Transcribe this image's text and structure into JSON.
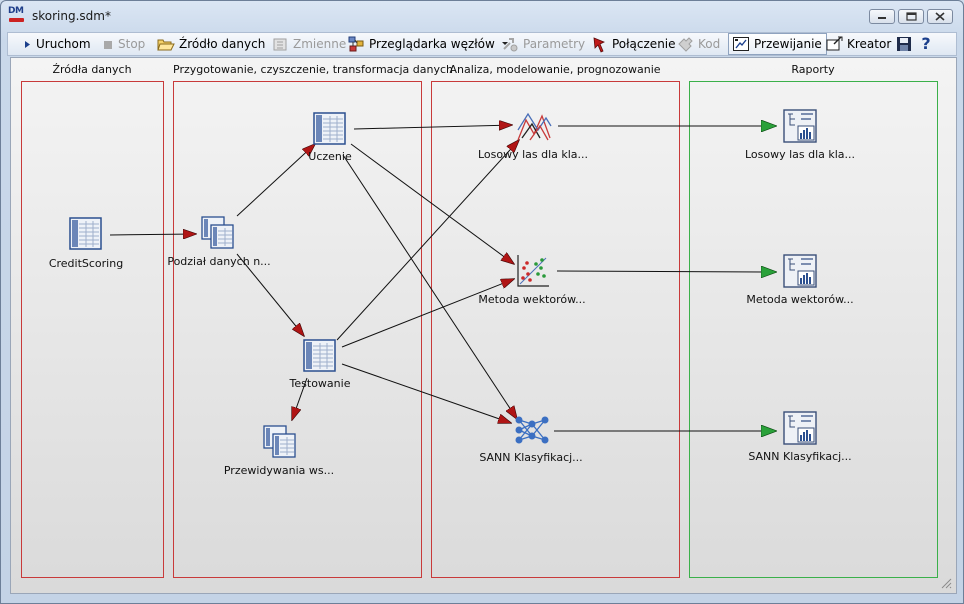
{
  "window": {
    "title": "skoring.sdm*",
    "app_icon_text": "DM"
  },
  "toolbar": {
    "run": "Uruchom",
    "stop": "Stop",
    "data_source": "Źródło danych",
    "variables": "Zmienne",
    "node_browser": "Przeglądarka węzłów",
    "parameters": "Parametry",
    "connection": "Połączenie",
    "code": "Kod",
    "drag": "Przewijanie",
    "creator": "Kreator"
  },
  "columns": {
    "sources": "Źródła danych",
    "prep": "Przygotowanie, czyszczenie, transformacja danych",
    "analysis": "Analiza, modelowanie, prognozowanie",
    "reports": "Raporty"
  },
  "nodes": {
    "credit": "CreditScoring",
    "split": "Podział danych n...",
    "train": "Uczenie",
    "test": "Testowanie",
    "predict": "Przewidywania ws...",
    "forest": "Losowy las dla kla...",
    "svm": "Metoda wektorów...",
    "sann": "SANN Klasyfikacj...",
    "forest_report": "Losowy las dla kla...",
    "svm_report": "Metoda wektorów...",
    "sann_report": "SANN Klasyfikacj..."
  },
  "colors": {
    "link_arrow": "#b01515",
    "report_arrow": "#2aa13a",
    "prep_border": "#c83a3a",
    "report_border": "#3bb04a"
  },
  "icons": [
    "run-icon",
    "stop-icon",
    "folder-open-icon",
    "variables-icon",
    "node-browser-icon",
    "parameters-icon",
    "connection-icon",
    "code-icon",
    "drag-icon",
    "creator-icon",
    "save-icon",
    "help-icon",
    "spreadsheet-icon",
    "random-forest-icon",
    "svm-scatter-icon",
    "neural-network-icon",
    "report-icon"
  ]
}
